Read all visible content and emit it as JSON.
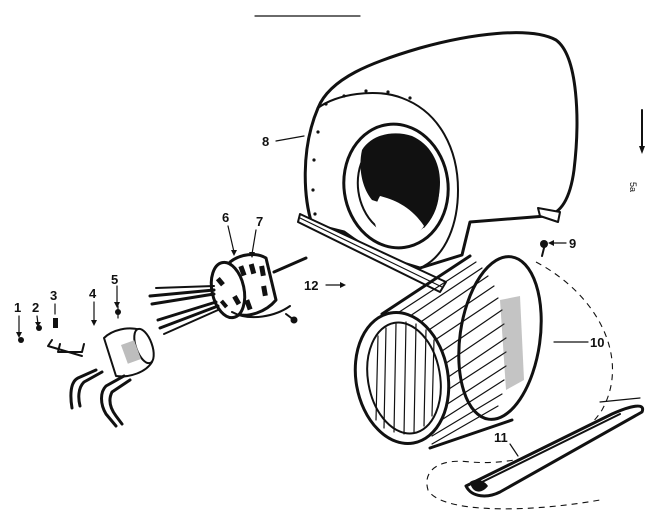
{
  "callouts": [
    {
      "id": "1",
      "label": "1"
    },
    {
      "id": "2",
      "label": "2"
    },
    {
      "id": "3",
      "label": "3"
    },
    {
      "id": "4",
      "label": "4"
    },
    {
      "id": "5",
      "label": "5"
    },
    {
      "id": "6",
      "label": "6"
    },
    {
      "id": "7",
      "label": "7"
    },
    {
      "id": "8",
      "label": "8"
    },
    {
      "id": "9",
      "label": "9"
    },
    {
      "id": "10",
      "label": "10"
    },
    {
      "id": "11",
      "label": "11"
    },
    {
      "id": "12",
      "label": "12"
    }
  ],
  "corner_mark": "5a"
}
